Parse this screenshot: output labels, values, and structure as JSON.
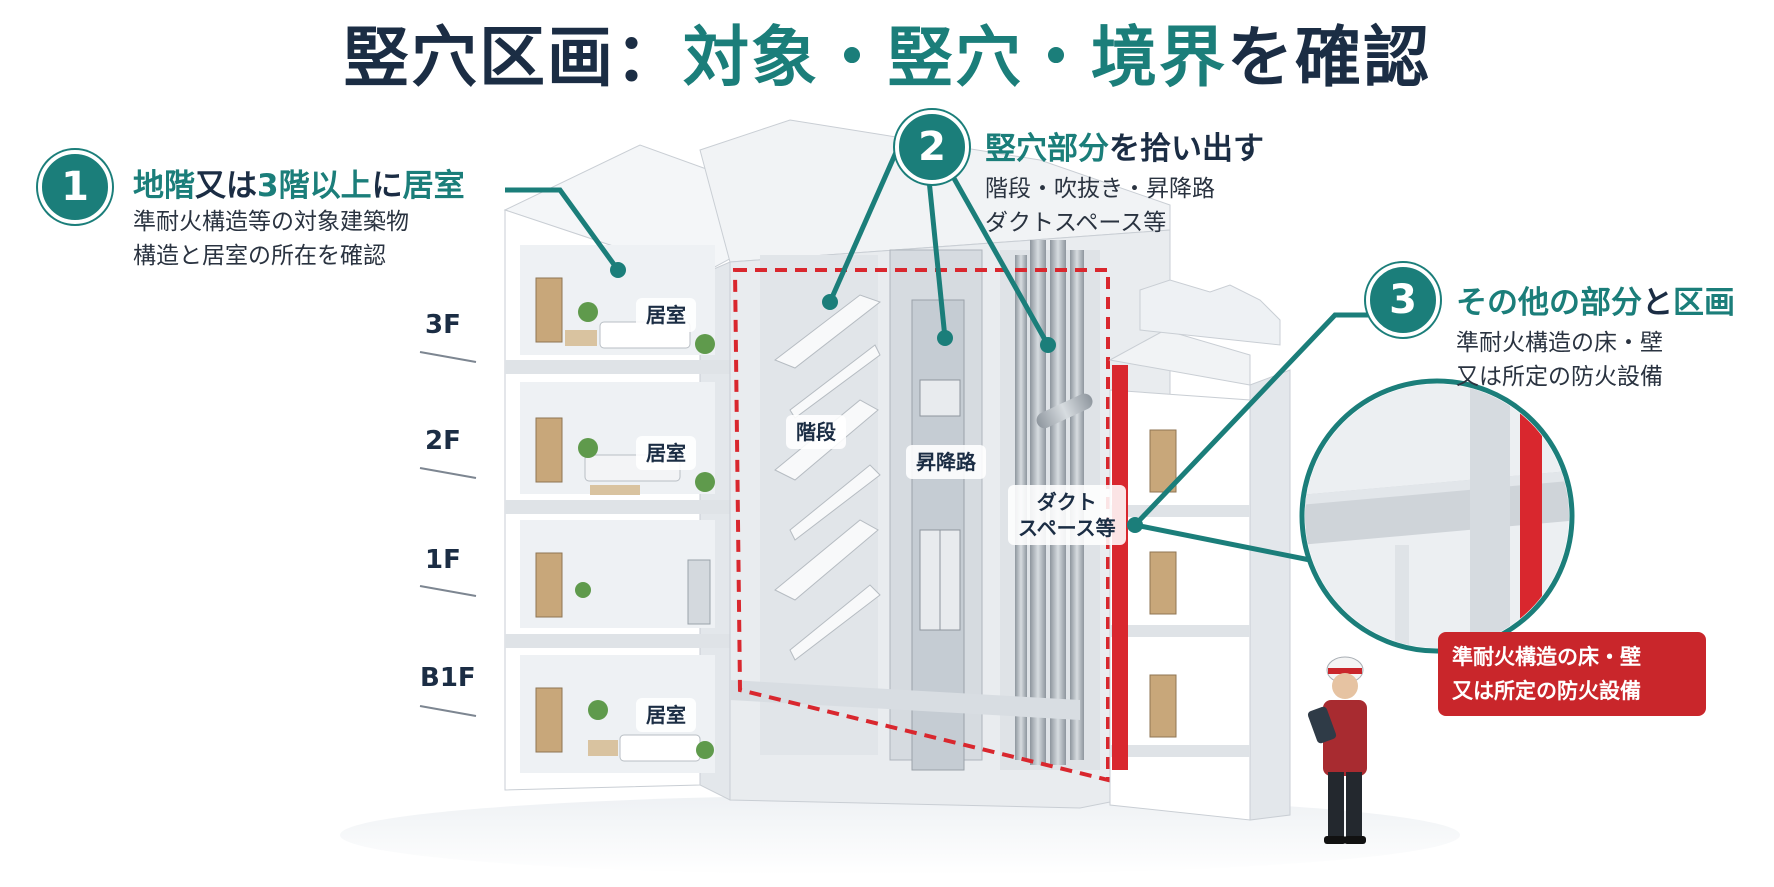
{
  "title": {
    "prefix": "竪穴区画：",
    "highlight": "対象・竪穴・境界",
    "suffix": "を確認"
  },
  "steps": [
    {
      "number": "1",
      "heading_parts": [
        "地階",
        "又は",
        "3階以上",
        "に",
        "居室"
      ],
      "desc_lines": [
        "準耐火構造等の対象建築物",
        "構造と居室の所在を確認"
      ]
    },
    {
      "number": "2",
      "heading_parts": [
        "竪穴部分",
        "を拾い出す"
      ],
      "desc_lines": [
        "階段・吹抜き・昇降路",
        "ダクトスペース等"
      ]
    },
    {
      "number": "3",
      "heading_parts": [
        "その他の部分",
        "と",
        "区画"
      ],
      "desc_lines": [
        "準耐火構造の床・壁",
        "又は所定の防火設備"
      ]
    }
  ],
  "floors": [
    "3F",
    "2F",
    "1F",
    "B1F"
  ],
  "room_labels": [
    "居室",
    "居室",
    "居室"
  ],
  "shaft_labels": {
    "stairs": "階段",
    "elevator": "昇降路",
    "duct": [
      "ダクト",
      "スペース等"
    ]
  },
  "callout_lines": [
    "準耐火構造の床・壁",
    "又は所定の防火設備"
  ],
  "colors": {
    "teal": "#1b7e7a",
    "navy": "#1b2d44",
    "red": "#c9262b"
  }
}
